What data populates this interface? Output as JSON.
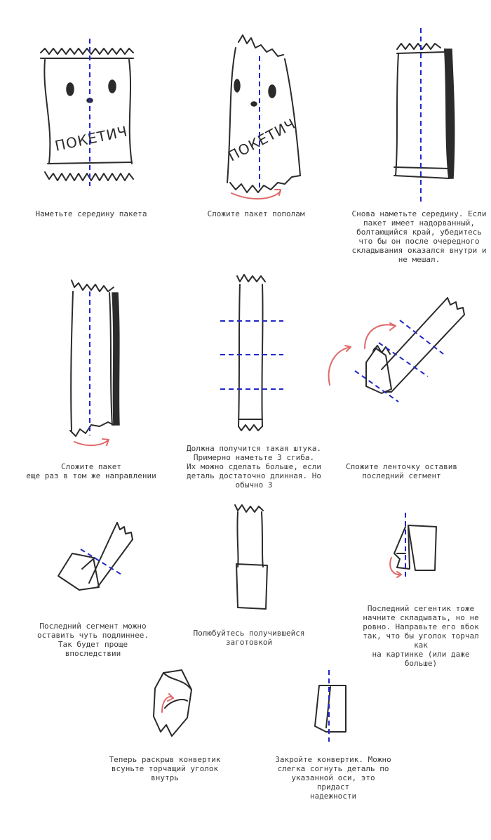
{
  "steps": [
    {
      "caption": "Наметьте середину пакета"
    },
    {
      "caption": "Сложите пакет пополам"
    },
    {
      "caption": "Снова наметьте середину. Если\nпакет имеет надорванный,\nболтающийся край, убедитесь\nчто бы он после очередного\nскладывания оказался внутри и\nне мешал."
    },
    {
      "caption": "Сложите пакет\nеще раз в том же направлении"
    },
    {
      "caption": "Должна получится такая штука.\nПримерно наметьте 3 сгиба.\nИх можно сделать больше, если\nдеталь достаточно длинная. Но\nобычно 3"
    },
    {
      "caption": "Сложите ленточку оставив\nпоследний сегмент"
    },
    {
      "caption": "Последний сегмент можно\nоставить чуть подлиннее.\nТак будет проще впоследствии"
    },
    {
      "caption": "Полюбуйтесь получившейся\nзаготовкой"
    },
    {
      "caption": "Последний сегентик тоже\nначните складывать, но не\nровно. Направьте его вбок\nтак, что бы уголок торчал как\nна картинке (или даже больше)"
    },
    {
      "caption": "Теперь раскрыв конвертик\nвсуньте торчащий уголок\nвнутрь"
    },
    {
      "caption": "Закройте конвертик. Можно\nслегка согнуть деталь по\nуказанной оси, это придаст\nнадежности"
    }
  ],
  "package_label": "ПОКЕТИЧ",
  "colors": {
    "ink": "#2b2b2b",
    "guide": "#1f27c8",
    "arrow": "#e0696a"
  }
}
